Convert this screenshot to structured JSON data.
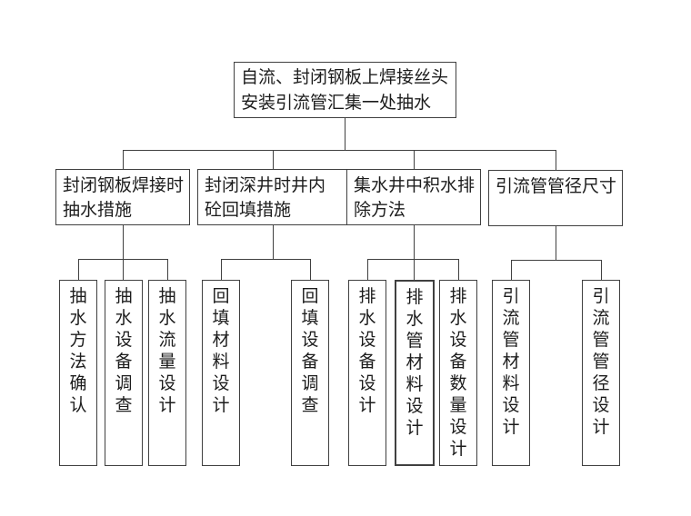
{
  "diagram": {
    "root": {
      "line1": "自流、封闭钢板上焊接丝头",
      "line2": "安装引流管汇集一处抽水"
    },
    "branches": [
      {
        "line1": "封闭钢板焊接时",
        "line2": "抽水措施",
        "children": [
          "抽水方法确认",
          "抽水设备调查",
          "抽水流量设计"
        ]
      },
      {
        "line1": "封闭深井时井内",
        "line2": "砼回填措施",
        "children": [
          "回填材料设计",
          "回填设备调查"
        ]
      },
      {
        "line1": "集水井中积水排",
        "line2": "除方法",
        "children": [
          "排水设备设计",
          "排水管材料设计",
          "排水设备数量设计"
        ]
      },
      {
        "line1": "引流管管径尺寸",
        "line2": "",
        "children": [
          "引流管材料设计",
          "引流管管径设计"
        ]
      }
    ],
    "colors": {
      "line": "#404040",
      "text": "#1c1c1c",
      "background": "#ffffff"
    }
  }
}
